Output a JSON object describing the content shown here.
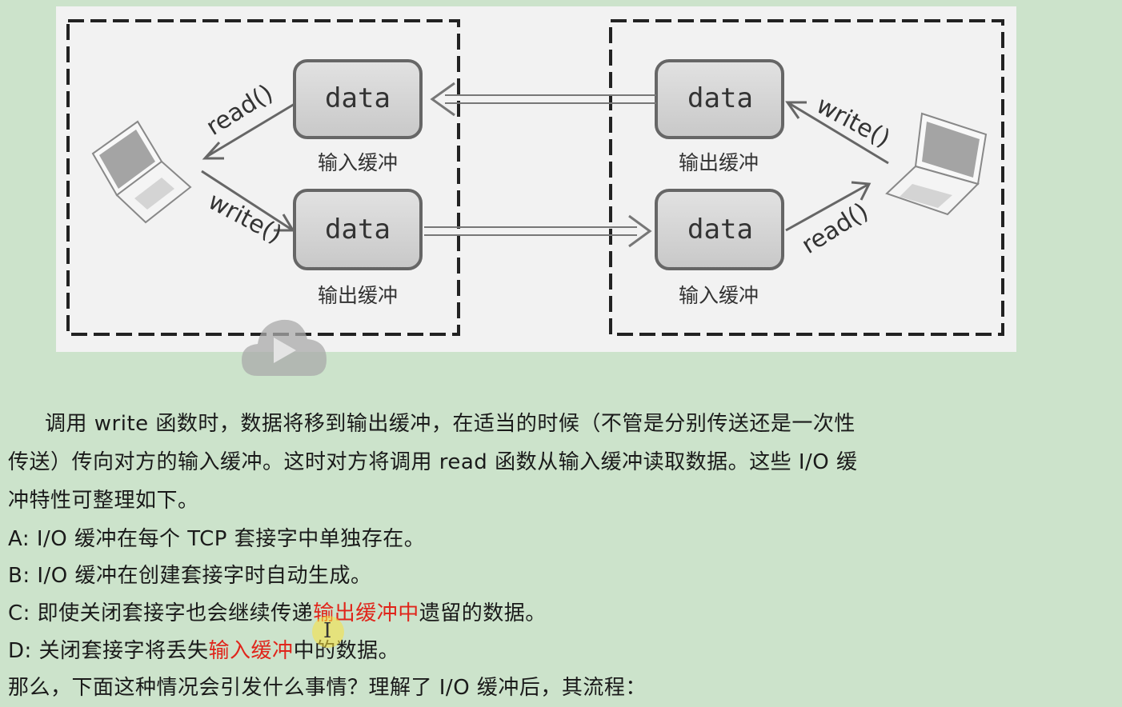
{
  "figure": {
    "data_label": "data",
    "left_host": {
      "top_buffer_caption": "输入缓冲",
      "bottom_buffer_caption": "输出缓冲",
      "read_fn": "read()",
      "write_fn": "write()"
    },
    "right_host": {
      "top_buffer_caption": "输出缓冲",
      "bottom_buffer_caption": "输入缓冲",
      "read_fn": "read()",
      "write_fn": "write()"
    }
  },
  "paragraph": {
    "line1": "调用 write 函数时，数据将移到输出缓冲，在适当的时候（不管是分别传送还是一次性",
    "line2": "传送）传向对方的输入缓冲。这时对方将调用 read 函数从输入缓冲读取数据。这些 I/O 缓",
    "line3": "冲特性可整理如下。"
  },
  "items": {
    "a": "A: I/O 缓冲在每个 TCP 套接字中单独存在。",
    "b": "B: I/O 缓冲在创建套接字时自动生成。",
    "c_pre": "C:  即使关闭套接字也会继续传递",
    "c_red": "输出缓冲中",
    "c_post": "遗留的数据。",
    "d_pre": "D:  关闭套接字将丢失",
    "d_red": "输入缓冲",
    "d_post": "中的数据。",
    "e": "那么，下面这种情况会引发什么事情？理解了 I/O 缓冲后，其流程："
  },
  "colors": {
    "background": "#cce3cb",
    "accent_red": "#e0251b"
  }
}
